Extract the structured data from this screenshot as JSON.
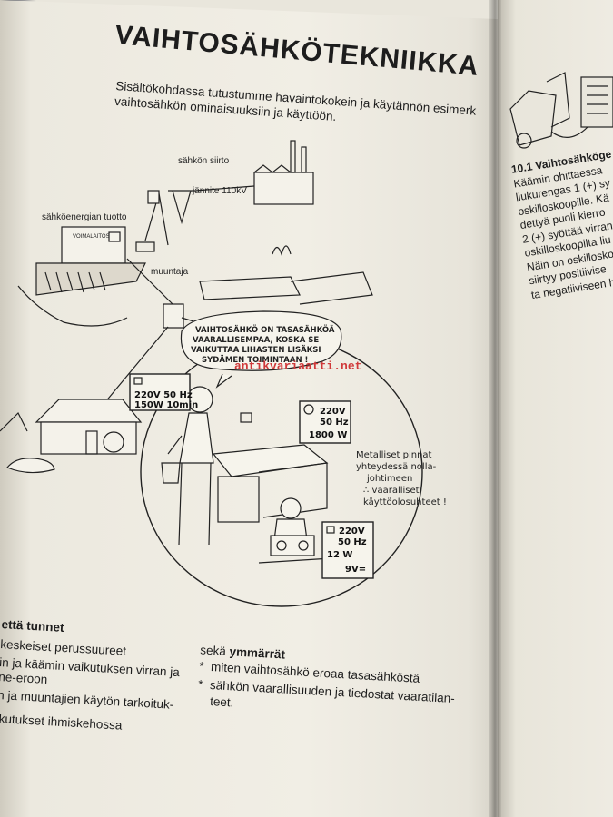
{
  "page": {
    "title": "VAIHTOSÄHKÖTEKNIIKKA",
    "intro_line1": "Sisältökohdassa tutustumme havaintokokein ja käytännön esimerk",
    "intro_line2": "vaihtosähkön ominaisuuksiin ja käyttöön."
  },
  "illustration": {
    "label_siirto": "sähkön siirto",
    "label_jannite": "jännite 110kV",
    "label_tuotto": "sähköenergian tuotto",
    "label_voimalaitos": "VOIMALAITOS",
    "label_muuntaja": "muuntaja",
    "speech_line1": "VAIHTOSÄHKÖ ON TASASÄHKÖÄ",
    "speech_line2": "VAARALLISEMPAA, KOSKA SE",
    "speech_line3": "VAIKUTTAA LIHASTEN LISÄKSI",
    "speech_line4": "SYDÄMEN TOIMINTAAN !",
    "box1_line1": "220V  50 Hz",
    "box1_line2": "150W  10min",
    "box2_line1": "220V",
    "box2_line2": "50 Hz",
    "box2_line3": "1800 W",
    "box3_line1": "220V",
    "box3_line2": "50 Hz",
    "box3_line3": "12 W",
    "box3_line4": "9V=",
    "note_line1": "Metalliset pinnat",
    "note_line2": "yhteydessä nolla-",
    "note_line3": "johtimeen",
    "note_line4": "∴ vaaralliset",
    "note_line5": "käyttöolosuhteet !"
  },
  "watermark": "antikvariaatti.net",
  "bottom": {
    "left_heading": "että tunnet",
    "left_line1": "keskeiset perussuureet",
    "left_line2": "in ja käämin vaikutuksen virran ja",
    "left_line3": "ne-eroon",
    "left_line4": "n ja muuntajien käytön tarkoituk-",
    "left_line5": "ikutukset ihmiskehossa",
    "right_heading_pre": "sekä ",
    "right_heading_bold": "ymmärrät",
    "bullet_char": "*",
    "right_item1": "miten vaihtosähkö eroaa tasasähköstä",
    "right_item2_line1": "sähkön vaarallisuuden ja tiedostat vaaratilan-",
    "right_item2_line2": "teet."
  },
  "right_page": {
    "line1": "10.1 Vaihtosähköge",
    "line2": "Käämin ohittaessa",
    "line3": "liukurengas 1 (+) sy",
    "line4": "oskilloskoopille. Kä",
    "line5": "dettyä puoli kierro",
    "line6": "2 (+) syöttää virran",
    "line7": "oskilloskoopilta liu",
    "line8": "Näin on oskillosko",
    "line9": "siirtyy positiivise",
    "line10": "ta negatiiviseen h"
  }
}
